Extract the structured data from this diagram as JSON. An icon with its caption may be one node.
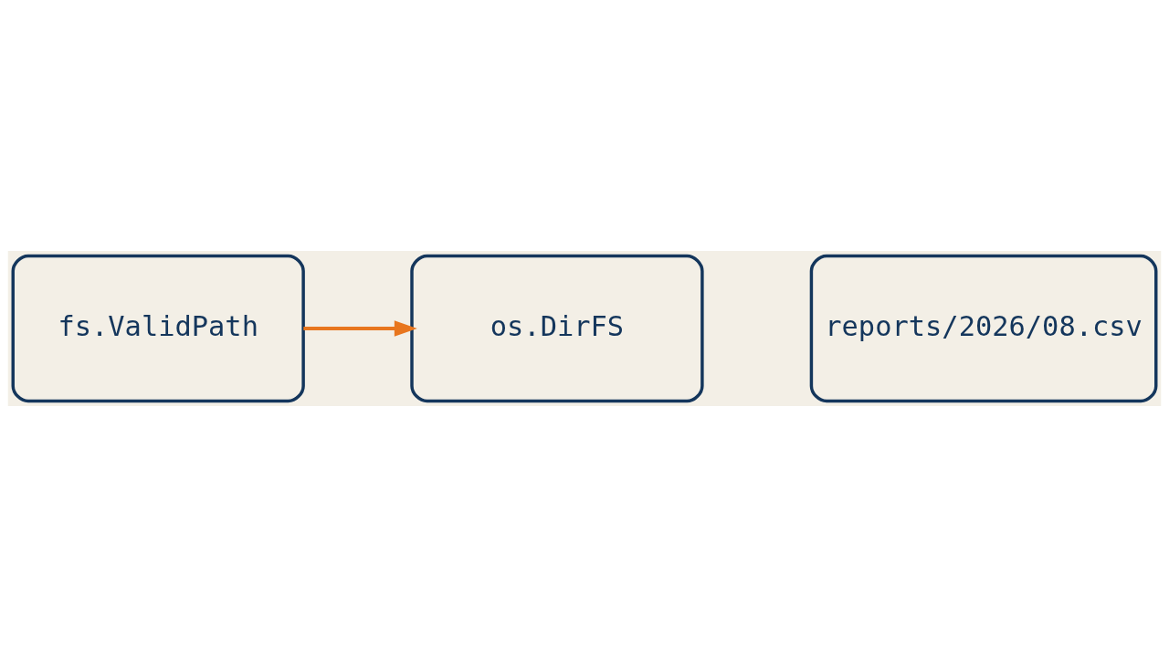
{
  "diagram": {
    "nodes": [
      {
        "text": [
          "fs.ValidPath"
        ]
      },
      {
        "text": [
          "os.DirFS"
        ]
      },
      {
        "text": [
          "reports/2026/08.csv"
        ]
      }
    ],
    "edges": [
      {
        "from": 0,
        "to": 1,
        "arrow": "to",
        "color": "#e8761e"
      }
    ]
  }
}
